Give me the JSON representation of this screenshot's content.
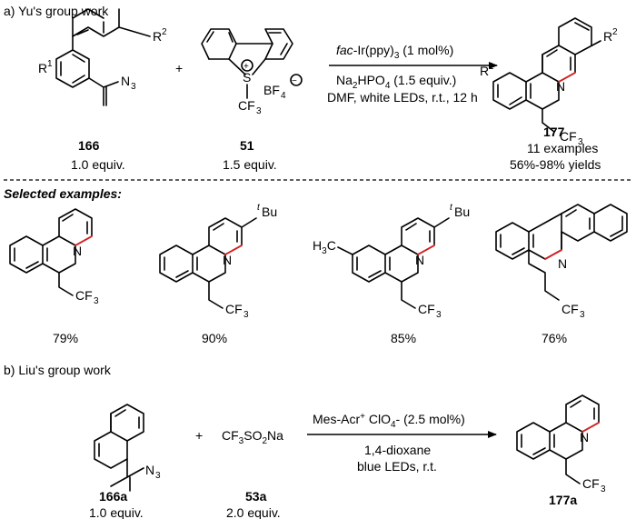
{
  "section_a": {
    "title": "a) Yu's group work",
    "substituent_r1": "R",
    "substituent_r1_sup": "1",
    "substituent_r2": "R",
    "substituent_r2_sup": "2",
    "azide_label": "N",
    "azide_sub": "3",
    "plus": "+",
    "reagent_s": "S",
    "reagent_plus": "+",
    "reagent_cf3": "CF",
    "reagent_cf3_sub": "3",
    "reagent_counterion": "BF",
    "reagent_counterion_sub": "4",
    "reagent_minus": "−",
    "conditions": {
      "catalyst_italic": "fac",
      "catalyst_rest": "-Ir(ppy)",
      "catalyst_sub": "3",
      "catalyst_amount": " (1 mol%)",
      "base": "Na",
      "base_sub1": "2",
      "base_mid": "HPO",
      "base_sub2": "4",
      "base_amount": " (1.5 equiv.)",
      "line3": "DMF, white LEDs, r.t., 12 h"
    },
    "product_n": "N",
    "product_cf3": "CF",
    "product_cf3_sub": "3",
    "compound_1": {
      "number": "166",
      "equiv": "1.0 equiv."
    },
    "compound_2": {
      "number": "51",
      "equiv": "1.5 equiv."
    },
    "product": {
      "number": "177",
      "examples": "11 examples",
      "yields": "56%-98% yields"
    }
  },
  "selected_examples": {
    "heading": "Selected examples:",
    "tbu_t": "t",
    "tbu_bu": "Bu",
    "h3c_h": "H",
    "h3c_sub": "3",
    "h3c_c": "C",
    "n_label": "N",
    "cf3": "CF",
    "cf3_sub": "3",
    "yields": [
      "79%",
      "90%",
      "85%",
      "76%"
    ]
  },
  "section_b": {
    "title": "b) Liu's group work",
    "azide_label": "N",
    "azide_sub": "3",
    "plus": "+",
    "reagent": {
      "p1": "CF",
      "s1": "3",
      "p2": "SO",
      "s2": "2",
      "p3": "Na"
    },
    "conditions": {
      "catalyst": "Mes-Acr",
      "catalyst_sup": "+",
      "catalyst_rest": " ClO",
      "catalyst_sub": "4",
      "catalyst_tail": "- (2.5 mol%)",
      "line2": "1,4-dioxane",
      "line3": "blue LEDs, r.t."
    },
    "product_n": "N",
    "product_cf3": "CF",
    "product_cf3_sub": "3",
    "compound_1": {
      "number": "166a",
      "equiv": "1.0 equiv."
    },
    "compound_2": {
      "number": "53a",
      "equiv": "2.0 equiv."
    },
    "product": {
      "number": "177a"
    }
  }
}
